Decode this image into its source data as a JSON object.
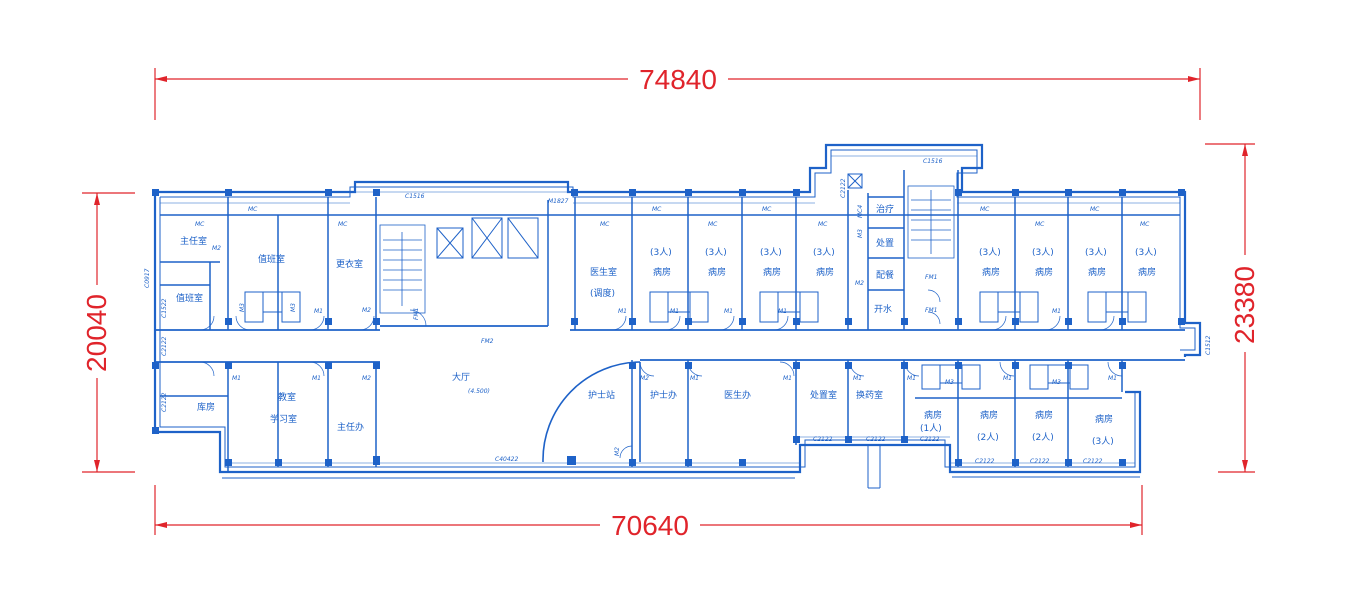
{
  "dimensions": {
    "top": "74840",
    "bottom": "70640",
    "left": "20040",
    "right": "23380"
  },
  "rooms_top": [
    "主任室",
    "值班室",
    "值班室",
    "更衣室",
    "医生室",
    "(调度)",
    "病房",
    "病房",
    "病房",
    "病房",
    "治疗",
    "处置",
    "配餐",
    "开水",
    "病房",
    "病房",
    "病房",
    "病房"
  ],
  "room_counts_top": [
    "(3人)",
    "(3人)",
    "(3人)",
    "(3人)",
    "(3人)",
    "(3人)",
    "(3人)",
    "(3人)"
  ],
  "rooms_bottom": [
    "库房",
    "教室",
    "学习室",
    "主任办",
    "大厅",
    "护士站",
    "护士办",
    "医生办",
    "处置室",
    "换药室",
    "病房",
    "(1人)",
    "病房",
    "(2人)",
    "病房",
    "(2人)",
    "病房",
    "(3人)"
  ],
  "hall_elevation": "(4.500)",
  "tags": {
    "door_std": "M1",
    "door_wide": "M2",
    "door_toilet": "M3",
    "door_main": "FM1",
    "door_corridor": "FM2",
    "door_c": "MC",
    "door_c4": "MC4",
    "door_big": "M1827",
    "win_top_left": "C1516",
    "win_top_right": "C1516",
    "win_left_1": "C0917",
    "win_left_2": "C1522",
    "win_left_3": "C2122",
    "win_left_4": "C2122",
    "win_right": "C1512",
    "win_front": "C40422",
    "win_b1": "C2122",
    "win_b2": "C2122",
    "win_b3": "C2122",
    "win_b4": "C2122",
    "win_b5": "C2122",
    "win_b6": "C2122",
    "win_stair": "C2122"
  }
}
